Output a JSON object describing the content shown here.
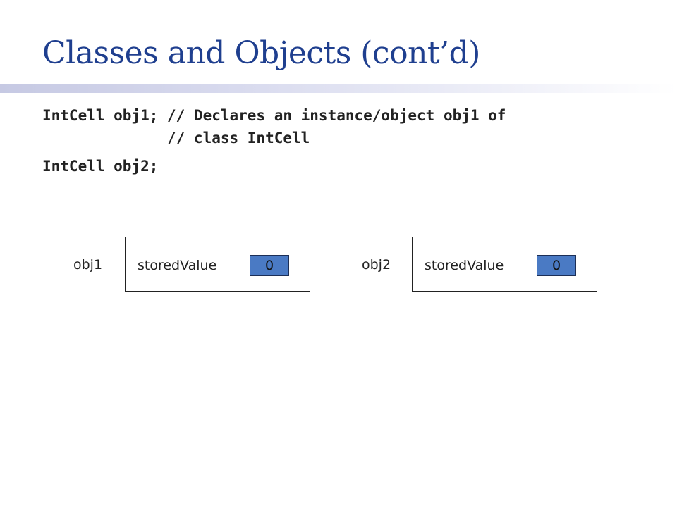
{
  "slide": {
    "title": "Classes and Objects (cont’d)"
  },
  "code": {
    "line1": "IntCell obj1; // Declares an instance/object obj1 of",
    "line2": "              // class IntCell",
    "line3": "IntCell obj2;"
  },
  "diagram": {
    "objects": [
      {
        "name": "obj1",
        "field": "storedValue",
        "value": "0"
      },
      {
        "name": "obj2",
        "field": "storedValue",
        "value": "0"
      }
    ],
    "colors": {
      "title": "#1f3f8f",
      "value_fill": "#4a7ac4",
      "box_border": "#222222"
    }
  }
}
